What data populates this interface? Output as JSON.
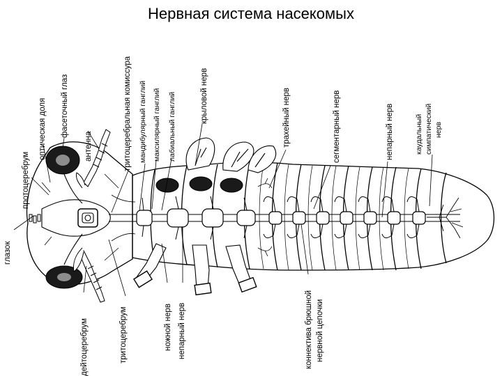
{
  "title": "Нервная система насекомых",
  "labels": {
    "glazok": "глазок",
    "protocerebrum": "протоцеребрум",
    "optic_lobe": "оптическая доля",
    "compound_eye": "фасеточный глаз",
    "antenna": "антенна",
    "tritocerebral_commissure": "тритоцеребральная комиссура",
    "mandibular_ganglion": "мандибулярный ганглий",
    "maxillary_ganglion": "максилярный ганглий",
    "labial_ganglion": "лабиальный ганглий",
    "wing_nerve": "крыловой нерв",
    "tracheal_nerve": "трахейный нерв",
    "segmental_nerve": "сегментарный нерв",
    "unpaired_nerve_top": "непарный нерв",
    "caudal_sympathetic_1": "каудальный",
    "caudal_sympathetic_2": "симпатический",
    "caudal_sympathetic_3": "нерв",
    "deutocerebrum": "дейтоцеребрум",
    "tritocerebrum": "тритоцеребрум",
    "leg_nerve": "ножной нерв",
    "unpaired_nerve_bottom": "непарный нерв",
    "connectives_1": "коннектива брюшной",
    "connectives_2": "нервной цепочки"
  },
  "colors": {
    "ink": "#000000",
    "eye_fill": "#1a1a1a",
    "wing_fill": "#ffffff"
  }
}
